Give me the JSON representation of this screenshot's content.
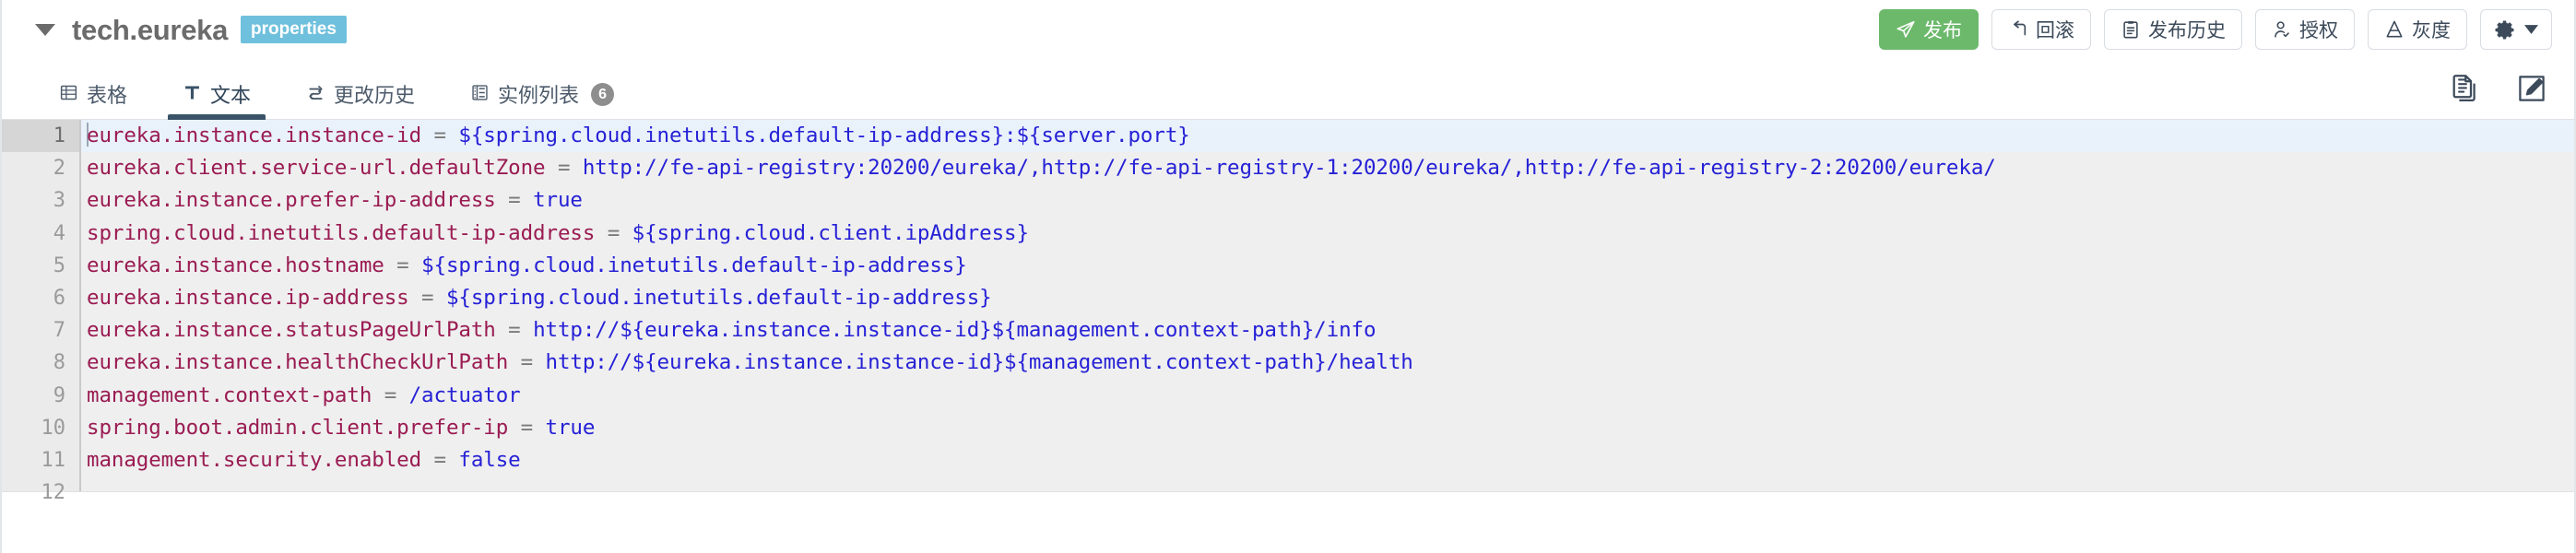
{
  "header": {
    "caret_icon": "chevron-down-icon",
    "title": "tech.eureka",
    "format_tag": "properties",
    "format_tag_color": "#6fc0dc",
    "buttons": [
      {
        "id": "publish",
        "label": "发布",
        "icon": "paper-plane-icon",
        "primary": true,
        "color": "#6cb96c"
      },
      {
        "id": "rollback",
        "label": "回滚",
        "icon": "undo-arrow-icon",
        "primary": false
      },
      {
        "id": "publish-history",
        "label": "发布历史",
        "icon": "clipboard-icon",
        "primary": false
      },
      {
        "id": "authorize",
        "label": "授权",
        "icon": "user-check-icon",
        "primary": false
      },
      {
        "id": "gray-release",
        "label": "灰度",
        "icon": "flask-icon",
        "primary": false
      }
    ],
    "settings_button": {
      "id": "settings",
      "icon": "gear-icon",
      "caret": "chevron-down-icon"
    }
  },
  "tabs": [
    {
      "id": "table",
      "label": "表格",
      "icon": "table-icon",
      "active": false
    },
    {
      "id": "text",
      "label": "文本",
      "icon": "text-t-icon",
      "active": true
    },
    {
      "id": "change-history",
      "label": "更改历史",
      "icon": "shuffle-icon",
      "active": false
    },
    {
      "id": "instance-list",
      "label": "实例列表",
      "icon": "server-list-icon",
      "active": false,
      "badge": "6"
    }
  ],
  "tab_actions": [
    {
      "id": "copy",
      "icon": "copy-document-icon"
    },
    {
      "id": "edit",
      "icon": "edit-pencil-square-icon"
    }
  ],
  "editor": {
    "active_line": 1,
    "total_gutter_lines": 12,
    "syntax_colors": {
      "key": "#9a1b52",
      "equals": "#7a7a7a",
      "value": "#2621d6",
      "background": "#efefef",
      "active_line": "#e9f1fb",
      "gutter_background": "#ebebeb",
      "gutter_text": "#9a9a9a"
    },
    "lines": [
      {
        "n": "1",
        "key": "eureka.instance.instance-id",
        "eq": " = ",
        "val": "${spring.cloud.inetutils.default-ip-address}:${server.port}"
      },
      {
        "n": "2",
        "key": "eureka.client.service-url.defaultZone",
        "eq": " = ",
        "val": "http://fe-api-registry:20200/eureka/,http://fe-api-registry-1:20200/eureka/,http://fe-api-registry-2:20200/eureka/"
      },
      {
        "n": "3",
        "key": "eureka.instance.prefer-ip-address",
        "eq": " = ",
        "val": "true"
      },
      {
        "n": "4",
        "key": "spring.cloud.inetutils.default-ip-address",
        "eq": " = ",
        "val": "${spring.cloud.client.ipAddress}"
      },
      {
        "n": "5",
        "key": "eureka.instance.hostname",
        "eq": " = ",
        "val": "${spring.cloud.inetutils.default-ip-address}"
      },
      {
        "n": "6",
        "key": "eureka.instance.ip-address",
        "eq": " = ",
        "val": "${spring.cloud.inetutils.default-ip-address}"
      },
      {
        "n": "7",
        "key": "eureka.instance.statusPageUrlPath",
        "eq": " = ",
        "val": "http://${eureka.instance.instance-id}${management.context-path}/info"
      },
      {
        "n": "8",
        "key": "eureka.instance.healthCheckUrlPath",
        "eq": " = ",
        "val": "http://${eureka.instance.instance-id}${management.context-path}/health"
      },
      {
        "n": "9",
        "key": "management.context-path",
        "eq": " = ",
        "val": "/actuator"
      },
      {
        "n": "10",
        "key": "spring.boot.admin.client.prefer-ip",
        "eq": " = ",
        "val": "true"
      },
      {
        "n": "11",
        "key": "management.security.enabled",
        "eq": " = ",
        "val": "false"
      },
      {
        "n": "12",
        "key": "",
        "eq": "",
        "val": ""
      }
    ]
  }
}
